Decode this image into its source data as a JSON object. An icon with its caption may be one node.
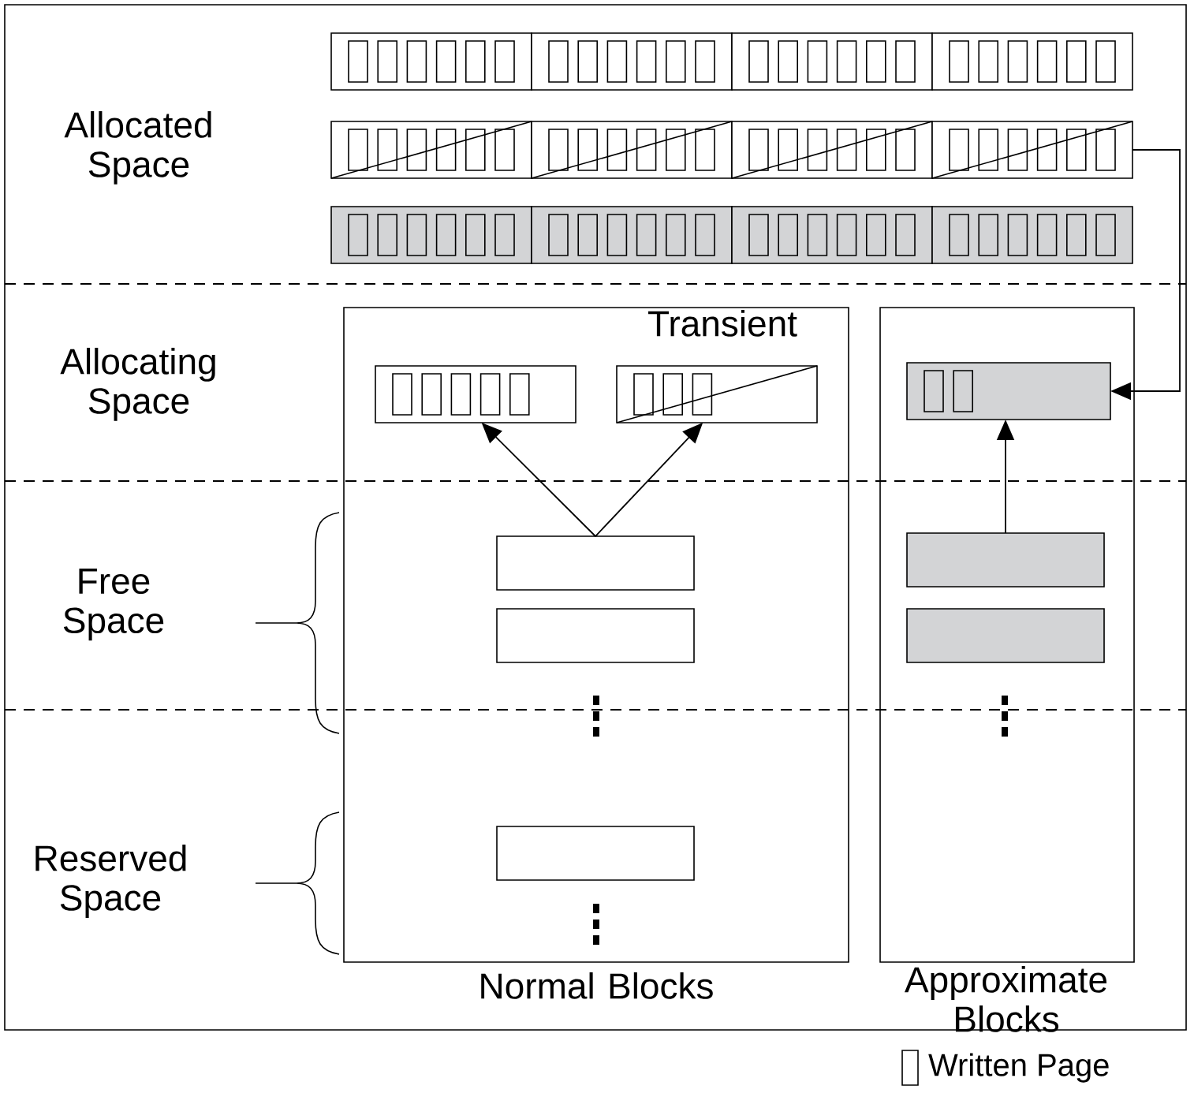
{
  "diagram": {
    "nodes": [
      {
        "text": [],
        "shape": "box"
      },
      {
        "text": [],
        "shape": "box"
      },
      {
        "text": [],
        "shape": "box"
      },
      {
        "text": [],
        "shape": "box"
      },
      {
        "text": [],
        "shape": "box"
      },
      {
        "text": [],
        "shape": "box"
      },
      {
        "text": [],
        "shape": "box"
      },
      {
        "text": [],
        "shape": "box"
      },
      {
        "text": [],
        "shape": "box"
      },
      {
        "text": [],
        "shape": "box"
      },
      {
        "text": [],
        "shape": "box"
      },
      {
        "text": [],
        "shape": "box"
      },
      {
        "text": [
          "Normal Blocks"
        ]
      },
      {
        "text": [],
        "shape": "box",
        "in": 12
      },
      {
        "text": [
          "Transient"
        ],
        "in": 12
      },
      {
        "text": [],
        "shape": "box",
        "in": 12
      },
      {
        "text": [],
        "shape": "box",
        "in": 12
      },
      {
        "text": [],
        "shape": "box",
        "in": 12
      },
      {
        "text": [
          "Approximate Blocks"
        ]
      },
      {
        "text": [],
        "shape": "box",
        "in": 18
      },
      {
        "text": [],
        "shape": "box",
        "in": 18
      },
      {
        "text": [],
        "shape": "box",
        "in": 18
      }
    ],
    "edges": [
      {
        "from": 15,
        "to": 13,
        "arrow": "to"
      },
      {
        "from": 15,
        "to": 14,
        "arrow": "to"
      },
      {
        "from": 20,
        "to": 19,
        "arrow": "to"
      },
      {
        "from": 7,
        "to": 19,
        "arrow": "to"
      }
    ],
    "labels": [
      "Allocated Space",
      "Allocating Space",
      "Free Space",
      "Reserved Space"
    ],
    "legend": [
      {
        "text": "Written Page"
      }
    ]
  }
}
